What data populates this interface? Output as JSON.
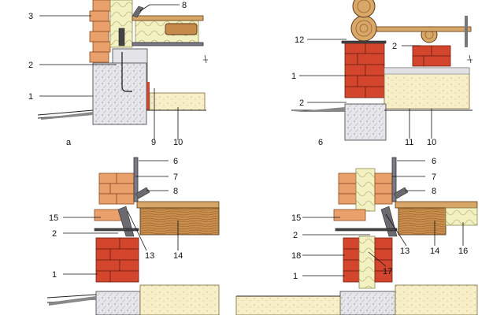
{
  "diagrams": [
    {
      "id": "a",
      "caption": "а",
      "labels": [
        "3",
        "8",
        "2",
        "1",
        "9",
        "10"
      ]
    },
    {
      "id": "b",
      "caption": "",
      "labels": [
        "12",
        "2",
        "1",
        "2",
        "6",
        "11",
        "10"
      ]
    },
    {
      "id": "c",
      "caption": "",
      "labels": [
        "6",
        "7",
        "8",
        "15",
        "2",
        "13",
        "14",
        "1"
      ]
    },
    {
      "id": "d",
      "caption": "",
      "labels": [
        "6",
        "7",
        "8",
        "15",
        "2",
        "13",
        "14",
        "16",
        "18",
        "17",
        "1"
      ]
    }
  ]
}
